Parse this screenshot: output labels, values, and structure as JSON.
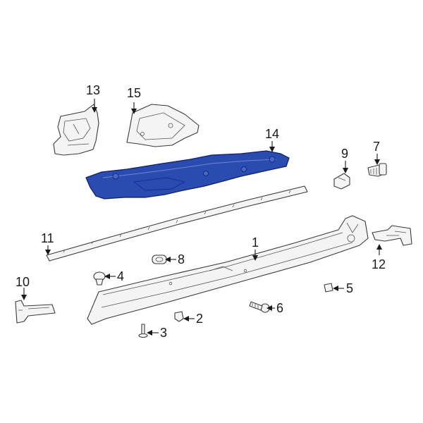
{
  "diagram": {
    "highlight_color": "#2a4bb0",
    "highlight_outline": "#0d1f6b",
    "callouts": [
      {
        "id": "1",
        "label": "1",
        "part": "rocker-molding"
      },
      {
        "id": "2",
        "label": "2",
        "part": "retainer-clip"
      },
      {
        "id": "3",
        "label": "3",
        "part": "pin-clip"
      },
      {
        "id": "4",
        "label": "4",
        "part": "push-clip"
      },
      {
        "id": "5",
        "label": "5",
        "part": "small-clip"
      },
      {
        "id": "6",
        "label": "6",
        "part": "screw"
      },
      {
        "id": "7",
        "label": "7",
        "part": "bolt-clip"
      },
      {
        "id": "8",
        "label": "8",
        "part": "grommet"
      },
      {
        "id": "9",
        "label": "9",
        "part": "nut-clip"
      },
      {
        "id": "10",
        "label": "10",
        "part": "front-bracket"
      },
      {
        "id": "11",
        "label": "11",
        "part": "upper-molding"
      },
      {
        "id": "12",
        "label": "12",
        "part": "rear-bracket"
      },
      {
        "id": "13",
        "label": "13",
        "part": "front-splash-shield"
      },
      {
        "id": "14",
        "label": "14",
        "part": "under-cover"
      },
      {
        "id": "15",
        "label": "15",
        "part": "rear-splash-shield"
      }
    ]
  }
}
